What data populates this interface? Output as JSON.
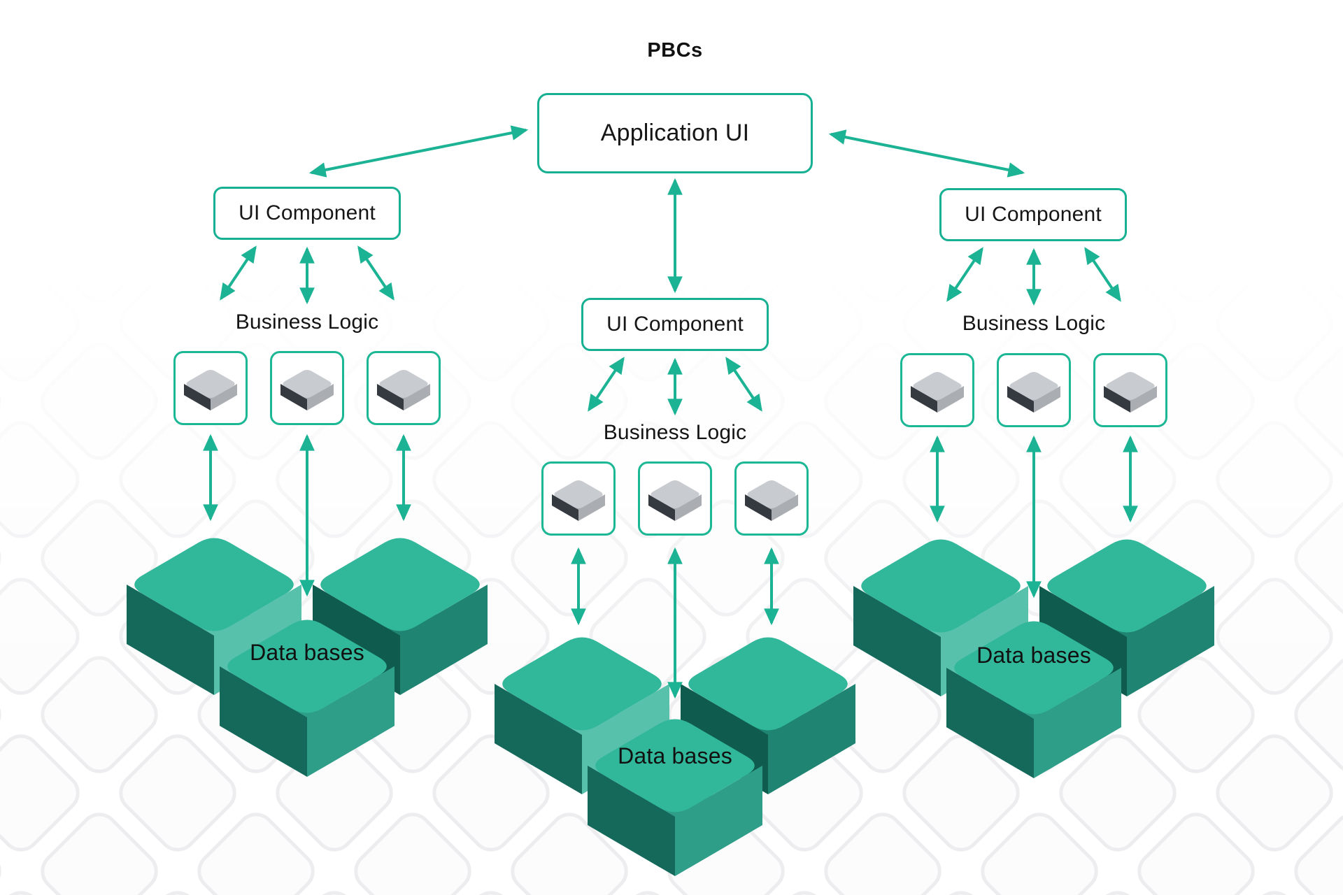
{
  "diagram": {
    "title": "PBCs",
    "application_ui": "Application UI",
    "columns": [
      {
        "id": "left",
        "ui_component": "UI Component",
        "business_logic": "Business Logic",
        "databases": "Data bases",
        "module_count": 3,
        "database_count": 3
      },
      {
        "id": "center",
        "ui_component": "UI Component",
        "business_logic": "Business Logic",
        "databases": "Data bases",
        "module_count": 3,
        "database_count": 3
      },
      {
        "id": "right",
        "ui_component": "UI Component",
        "business_logic": "Business Logic",
        "databases": "Data bases",
        "module_count": 3,
        "database_count": 3
      }
    ],
    "icons": {
      "module": "chip-3d-icon",
      "database": "cube-3d-icon"
    },
    "colors": {
      "accent_teal": "#17b092",
      "text": "#141414",
      "cube_top": "#31b79a",
      "cube_side_dark": "#15695b",
      "cube_side_mid": "#1f8472",
      "cube_side_light": "#57c1ab",
      "chip_top": "#c8ccd1",
      "chip_side_dark": "#353a40",
      "chip_side_mid": "#aaaeb3",
      "pattern_line": "#ededef"
    }
  }
}
